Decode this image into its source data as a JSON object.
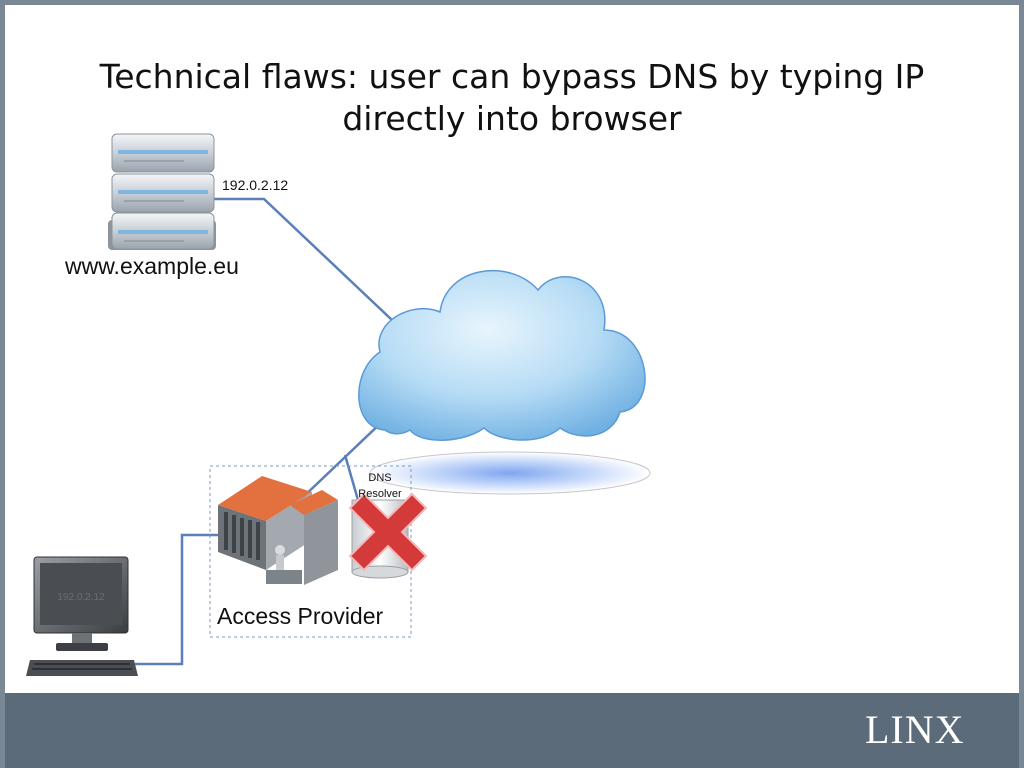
{
  "slide": {
    "title_line1": "Technical flaws: user can bypass DNS by typing IP",
    "title_line2": "directly into browser"
  },
  "diagram": {
    "server_ip": "192.0.2.12",
    "server_host": "www.example.eu",
    "dns_label": "DNS Resolver",
    "access_provider_label": "Access Provider",
    "monitor_screen_text": "192.0.2.12"
  },
  "footer": {
    "logo_text": "LINX"
  },
  "colors": {
    "link_line": "#5b7fb8",
    "footer_bg": "#5c6b7a",
    "cross_red": "#d43a3a",
    "cloud_blue": "#a9d4f2"
  }
}
